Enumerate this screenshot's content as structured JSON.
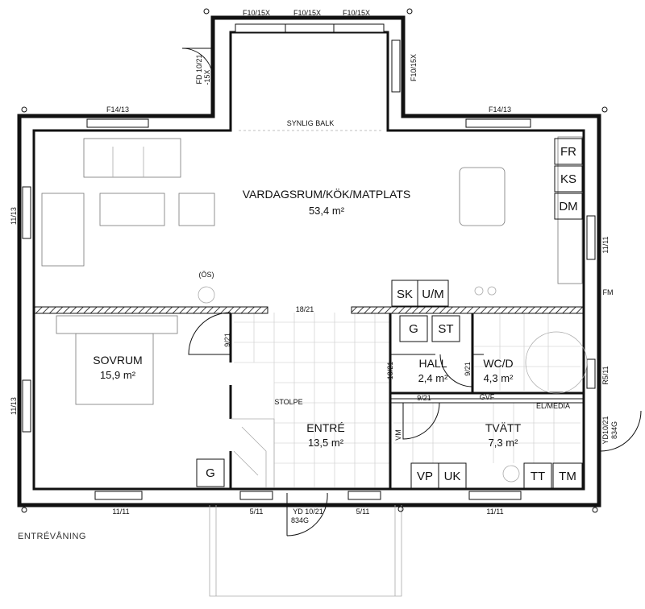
{
  "caption": "ENTRÉVÅNING",
  "rooms": {
    "living": {
      "name": "VARDAGSRUM/KÖK/MATPLATS",
      "area": "53,4 m²"
    },
    "bedroom": {
      "name": "SOVRUM",
      "area": "15,9 m²"
    },
    "entry": {
      "name": "ENTRÉ",
      "area": "13,5 m²"
    },
    "hall": {
      "name": "HALL",
      "area": "2,4 m²"
    },
    "wc": {
      "name": "WC/D",
      "area": "4,3 m²"
    },
    "laundry": {
      "name": "TVÄTT",
      "area": "7,3 m²"
    }
  },
  "fixtures": {
    "fr": "FR",
    "ks": "KS",
    "dm": "DM",
    "sk": "SK",
    "um": "U/M",
    "g1": "G",
    "st": "ST",
    "g2": "G",
    "vp": "VP",
    "uk": "UK",
    "tt": "TT",
    "tm": "TM"
  },
  "notes": {
    "synlig_balk": "SYNLIG BALK",
    "os": "(ÖS)",
    "stolpe": "STOLPE",
    "fm": "FM",
    "gvf": "GVF",
    "el_media": "EL/MEDIA",
    "vm": "VM"
  },
  "labels": {
    "f10_15x_a": "F10/15X",
    "f10_15x_b": "F10/15X",
    "f10_15x_c": "F10/15X",
    "f10_15x_right": "F10/15X",
    "fd_10_21_a": "FD 10/21",
    "fd_10_21_b": "-15X",
    "f14_13_left": "F14/13",
    "f14_13_right": "F14/13",
    "w11_13_upper": "11/13",
    "w11_13_lower": "11/13",
    "w11_11_right": "11/11",
    "r5_11": "R5/11",
    "yd_right_a": "YD10/21",
    "yd_right_b": "834G",
    "w18_21": "18/21",
    "d9_21_bed": "9/21",
    "d9_21_wc": "9/21",
    "d10_21": "10/21",
    "d9_21_hall": "9/21",
    "bottom_11_11_left": "11/11",
    "bottom_5_11_left": "5/11",
    "yd_bottom_a": "YD 10/21",
    "yd_bottom_b": "834G",
    "bottom_5_11_right": "5/11",
    "bottom_11_11_right": "11/11"
  },
  "colors": {
    "ink": "#111111",
    "grid": "#c8c8c8",
    "furniture": "#777777"
  }
}
